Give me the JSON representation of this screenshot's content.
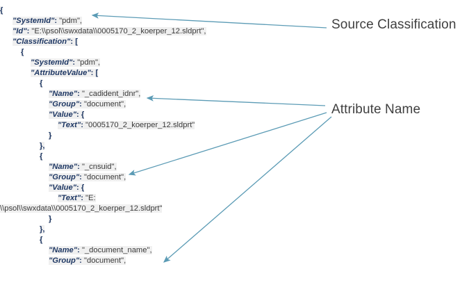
{
  "document": {
    "kind": "json-code-annotation",
    "background_color": "#ffffff",
    "code_highlight_color": "#f0f0f0",
    "key_color": "#1f3864",
    "value_color": "#3a3a3a",
    "annotation_color": "#4f8bab",
    "label_color": "#404040"
  },
  "code": {
    "lines": [
      {
        "indent": 0,
        "segments": [
          {
            "t": "{",
            "c": "brace"
          }
        ]
      },
      {
        "indent": 18,
        "segments": [
          {
            "t": "\"SystemId\"",
            "c": "key"
          },
          {
            "t": ": ",
            "c": "punct"
          },
          {
            "t": "\"pdm\",",
            "c": "val"
          }
        ]
      },
      {
        "indent": 18,
        "segments": [
          {
            "t": "\"Id\"",
            "c": "key"
          },
          {
            "t": ": ",
            "c": "punct"
          },
          {
            "t": "\"E:\\\\psol\\\\swxdata\\\\0005170_2_koerper_12.sldprt\",",
            "c": "val"
          }
        ]
      },
      {
        "indent": 18,
        "segments": [
          {
            "t": "\"Classification\"",
            "c": "key"
          },
          {
            "t": ": [",
            "c": "punct"
          }
        ]
      },
      {
        "indent": 30,
        "segments": [
          {
            "t": "{",
            "c": "brace"
          }
        ]
      },
      {
        "indent": 44,
        "segments": [
          {
            "t": "\"SystemId\"",
            "c": "key"
          },
          {
            "t": ": ",
            "c": "punct"
          },
          {
            "t": "\"pdm\",",
            "c": "val"
          }
        ]
      },
      {
        "indent": 44,
        "segments": [
          {
            "t": "\"AttributeValue\"",
            "c": "key"
          },
          {
            "t": ": [",
            "c": "punct"
          }
        ]
      },
      {
        "indent": 57,
        "segments": [
          {
            "t": "{",
            "c": "brace"
          }
        ]
      },
      {
        "indent": 70,
        "segments": [
          {
            "t": "\"Name\"",
            "c": "key"
          },
          {
            "t": ": ",
            "c": "punct"
          },
          {
            "t": "\"_cadident_idnr\",",
            "c": "val"
          }
        ]
      },
      {
        "indent": 70,
        "segments": [
          {
            "t": "\"Group\"",
            "c": "key"
          },
          {
            "t": ": ",
            "c": "punct"
          },
          {
            "t": "\"document\",",
            "c": "val"
          }
        ]
      },
      {
        "indent": 70,
        "segments": [
          {
            "t": "\"Value\"",
            "c": "key"
          },
          {
            "t": ": {",
            "c": "punct"
          }
        ]
      },
      {
        "indent": 83,
        "segments": [
          {
            "t": "\"Text\"",
            "c": "key"
          },
          {
            "t": ": ",
            "c": "punct"
          },
          {
            "t": "\"0005170_2_koerper_12.sldprt\"",
            "c": "val"
          }
        ]
      },
      {
        "indent": 70,
        "segments": [
          {
            "t": "}",
            "c": "brace"
          }
        ]
      },
      {
        "indent": 57,
        "segments": [
          {
            "t": "},",
            "c": "brace"
          }
        ]
      },
      {
        "indent": 57,
        "segments": [
          {
            "t": "{",
            "c": "brace"
          }
        ]
      },
      {
        "indent": 70,
        "segments": [
          {
            "t": "\"Name\"",
            "c": "key"
          },
          {
            "t": ": ",
            "c": "punct"
          },
          {
            "t": "\"_cnsuid\",",
            "c": "val"
          }
        ]
      },
      {
        "indent": 70,
        "segments": [
          {
            "t": "\"Group\"",
            "c": "key"
          },
          {
            "t": ": ",
            "c": "punct"
          },
          {
            "t": "\"document\",",
            "c": "val"
          }
        ]
      },
      {
        "indent": 70,
        "segments": [
          {
            "t": "\"Value\"",
            "c": "key"
          },
          {
            "t": ": {",
            "c": "punct"
          }
        ]
      },
      {
        "indent": 83,
        "segments": [
          {
            "t": "\"Text\"",
            "c": "key"
          },
          {
            "t": ": ",
            "c": "punct"
          },
          {
            "t": "\"E:",
            "c": "val"
          }
        ]
      },
      {
        "indent": 0,
        "segments": [
          {
            "t": "\\\\psol\\\\swxdata\\\\0005170_2_koerper_12.sldprt\"",
            "c": "val"
          }
        ]
      },
      {
        "indent": 70,
        "segments": [
          {
            "t": "}",
            "c": "brace"
          }
        ]
      },
      {
        "indent": 57,
        "segments": [
          {
            "t": "},",
            "c": "brace"
          }
        ]
      },
      {
        "indent": 57,
        "segments": [
          {
            "t": "{",
            "c": "brace"
          }
        ]
      },
      {
        "indent": 70,
        "segments": [
          {
            "t": "\"Name\"",
            "c": "key"
          },
          {
            "t": ": ",
            "c": "punct"
          },
          {
            "t": "\"_document_name\",",
            "c": "val"
          }
        ]
      },
      {
        "indent": 70,
        "segments": [
          {
            "t": "\"Group\"",
            "c": "key"
          },
          {
            "t": ": ",
            "c": "punct"
          },
          {
            "t": "\"document\",",
            "c": "val"
          }
        ]
      }
    ]
  },
  "annotations": {
    "source_classification": {
      "label": "Source Classification",
      "target_text": "\"SystemId\": \"pdm\","
    },
    "attribute_name": {
      "label": "Attribute Name",
      "target_texts": [
        "\"Name\": \"_cadident_idnr\",",
        "\"Name\": \"_cnsuid\",",
        "\"Name\": \"_document_name\","
      ]
    }
  }
}
